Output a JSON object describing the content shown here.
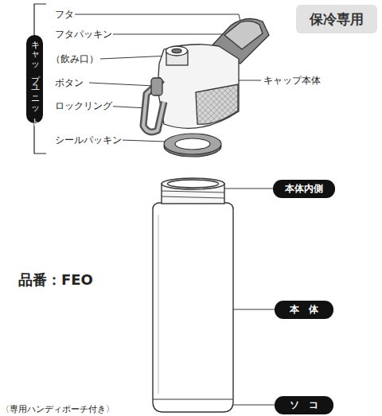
{
  "diagram": {
    "nodes": [
      {
        "text": [
          "保冷専用"
        ]
      },
      {
        "text": [
          "キャップユニット"
        ]
      },
      {
        "text": [
          "本体内側"
        ]
      },
      {
        "text": [
          "本　体"
        ]
      },
      {
        "text": [
          "ソ　コ"
        ]
      }
    ],
    "labels": [
      "フタ",
      "フタパッキン",
      "（飲み口）",
      "ボタン",
      "ロックリング",
      "シールパッキン",
      "キャップ本体",
      "品番：FEO",
      "〈専用ハンディポーチ付き〉"
    ]
  }
}
